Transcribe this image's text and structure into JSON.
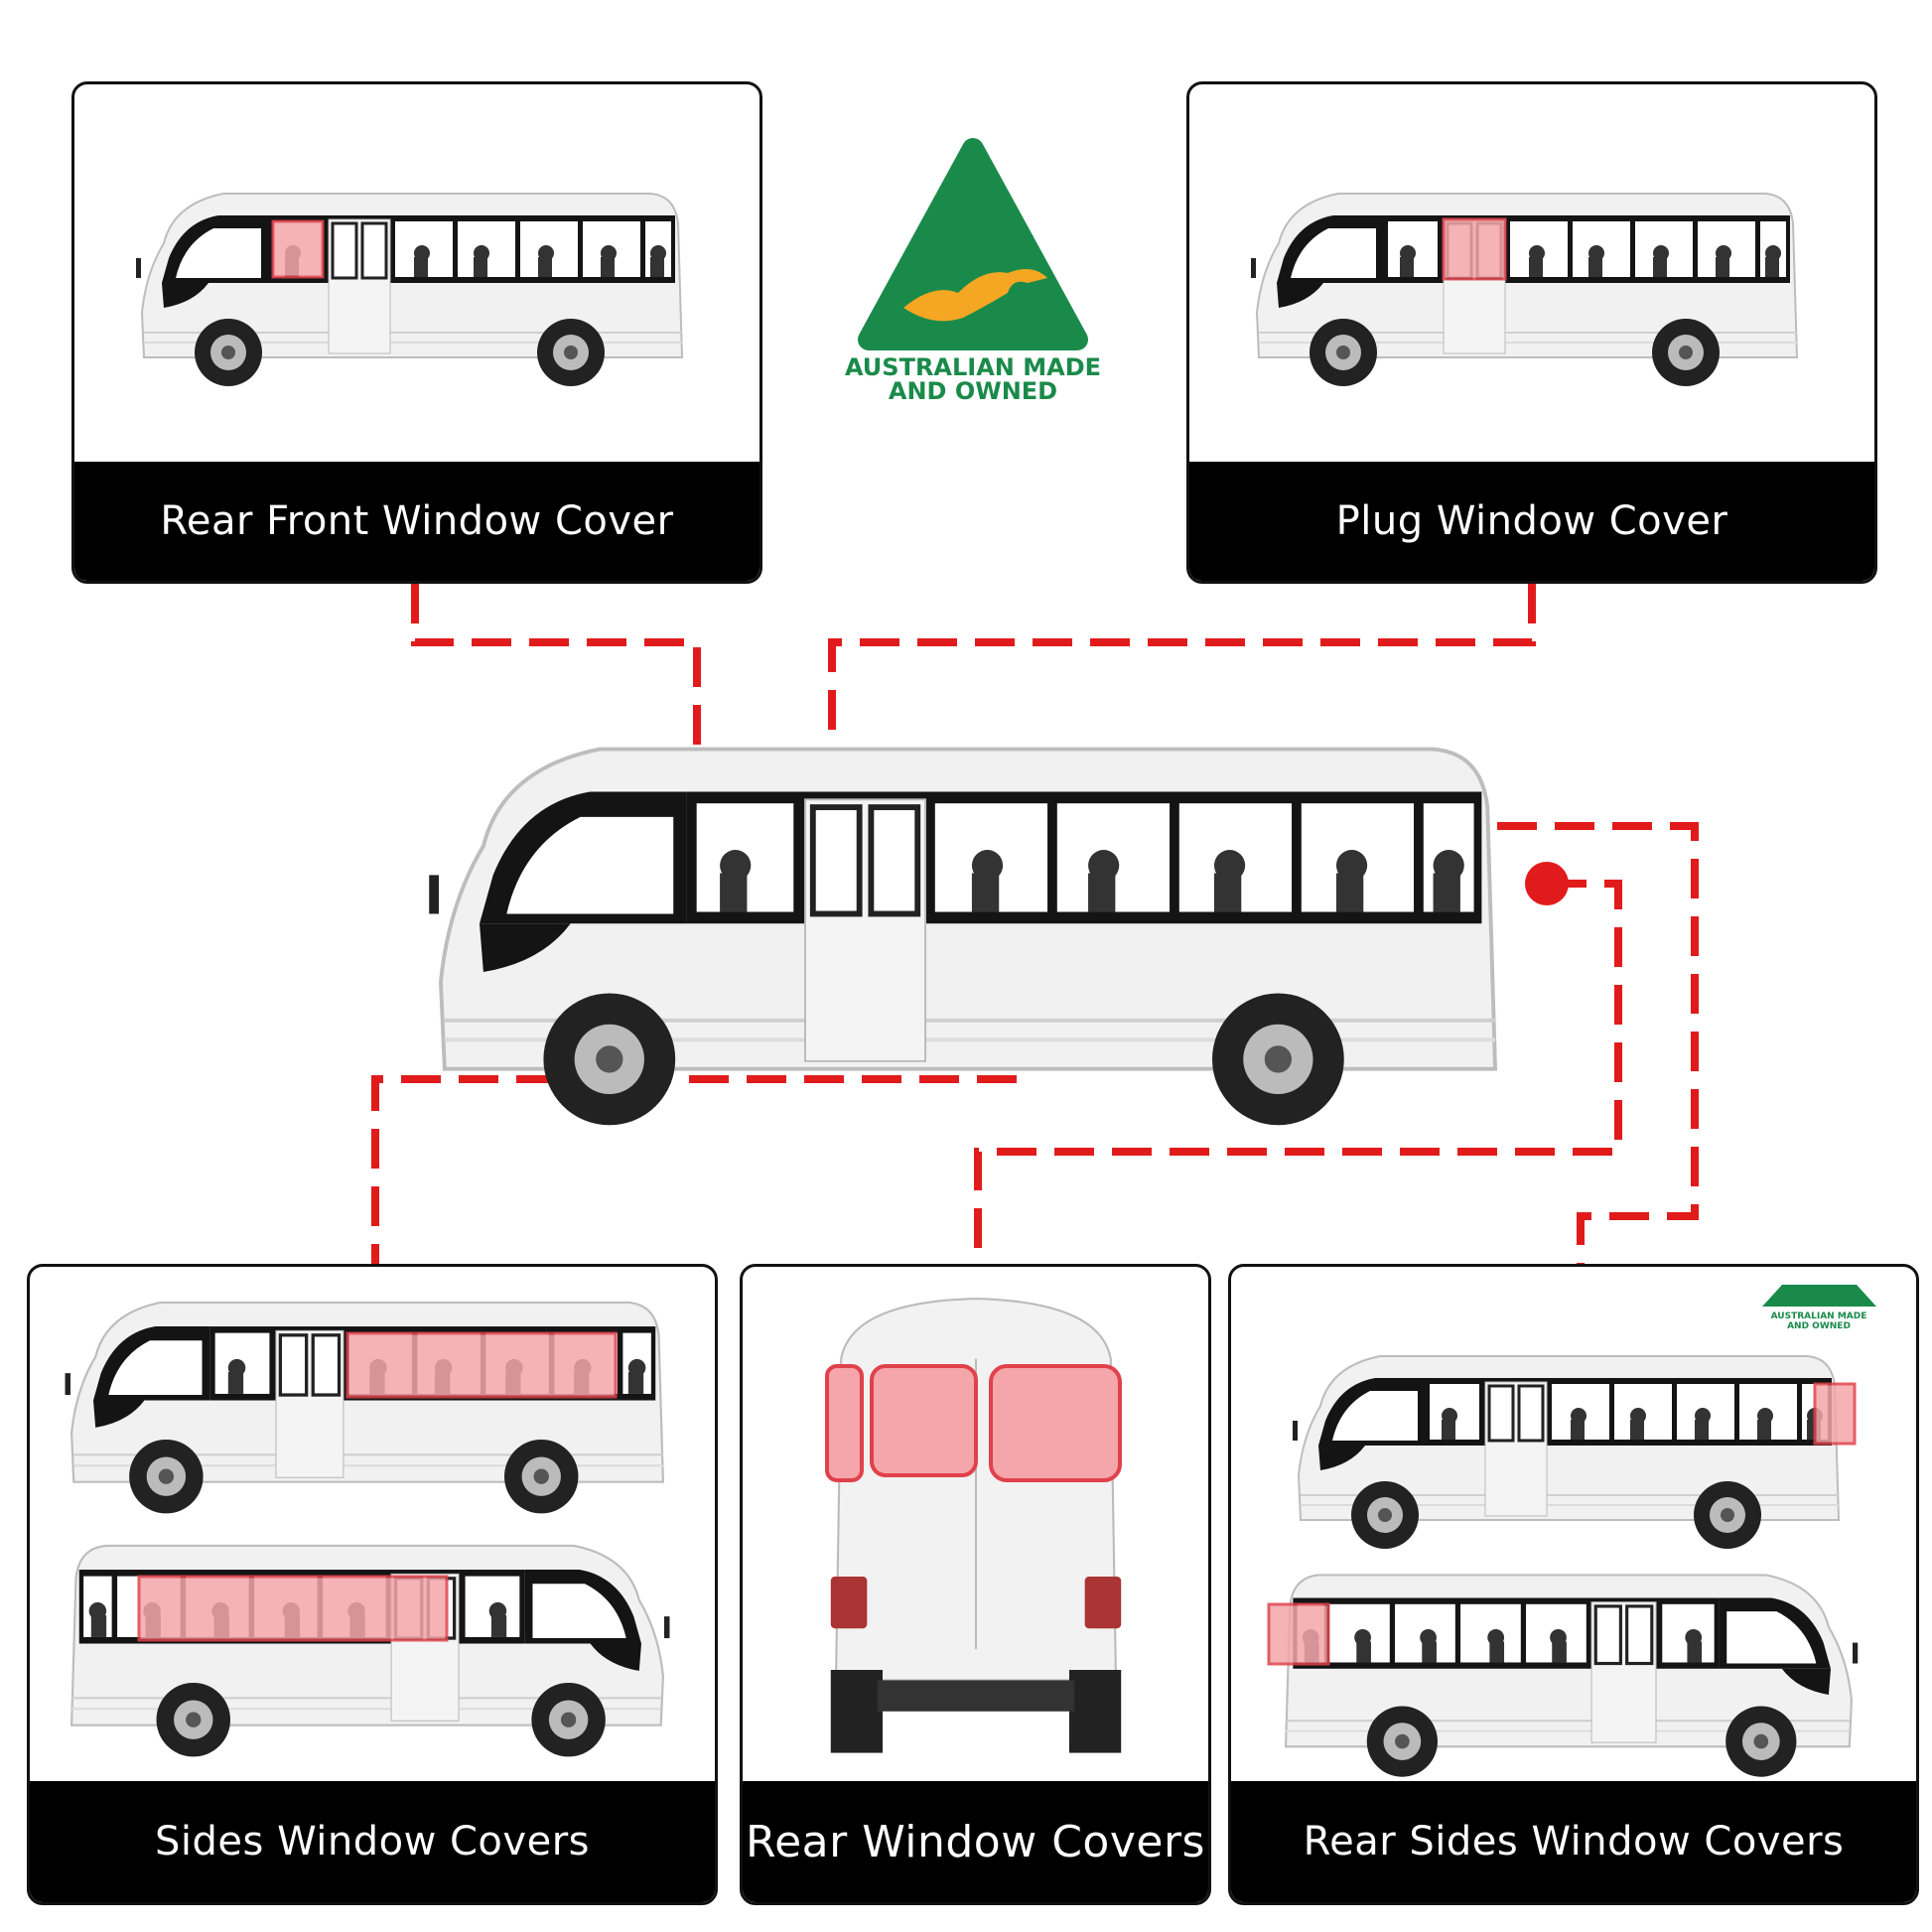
{
  "logo": {
    "line1": "AUSTRALIAN MADE",
    "line2": "AND OWNED",
    "green": "#1a8a4a",
    "gold": "#f5a623"
  },
  "small_logo": {
    "line1": "AUSTRALIAN MADE",
    "line2": "AND OWNED"
  },
  "cards": {
    "rear_front": {
      "label": "Rear Front Window Cover"
    },
    "plug": {
      "label": "Plug Window Cover"
    },
    "sides": {
      "label": "Sides Window Covers"
    },
    "rear": {
      "label": "Rear Window Covers"
    },
    "rear_sides": {
      "label": "Rear Sides Window Covers"
    }
  },
  "colors": {
    "connector": "#e11b1b",
    "highlight": "#f4a6aa",
    "highlight_border": "#e0414b",
    "label_bg": "#000000"
  }
}
